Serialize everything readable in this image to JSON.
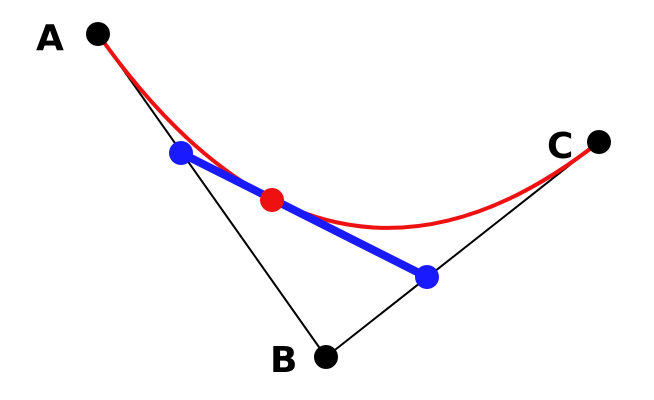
{
  "points": [
    {
      "label": "A",
      "color": "#000000"
    },
    {
      "label": "B",
      "color": "#000000"
    },
    {
      "label": "C",
      "color": "#000000"
    }
  ],
  "curve": {
    "name": "quadratic-bezier",
    "color": "#ee1111"
  },
  "control_polygon": {
    "color": "#000000"
  },
  "interpolation_segment": {
    "color": "#1a1aff"
  },
  "curve_point": {
    "color": "#ee1111"
  }
}
